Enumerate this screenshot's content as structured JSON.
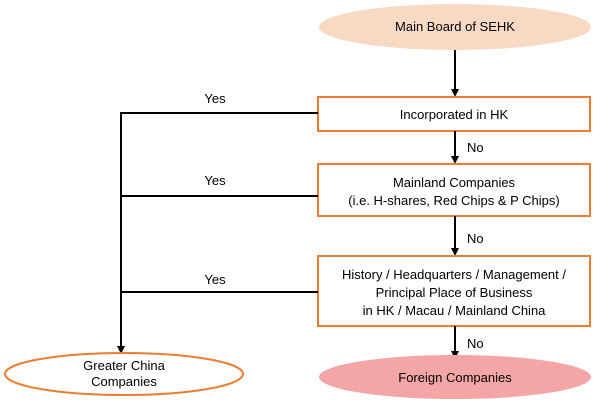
{
  "flowchart": {
    "start": "Main Board of SEHK",
    "decision_1": [
      "Incorporated in HK"
    ],
    "decision_2": [
      "Mainland Companies",
      "(i.e. H-shares, Red Chips & P Chips)"
    ],
    "decision_3": [
      "History / Headquarters / Management /",
      "Principal Place of Business",
      "in HK / Macau / Mainland China"
    ],
    "yes_label": "Yes",
    "no_label": "No",
    "outcome_yes": [
      "Greater China",
      "Companies"
    ],
    "outcome_no": "Foreign Companies"
  },
  "colors": {
    "start_fill": "#f8d9c4",
    "box_border": "#ed7d31",
    "foreign_fill": "#f4a6a6",
    "line": "#000000"
  }
}
